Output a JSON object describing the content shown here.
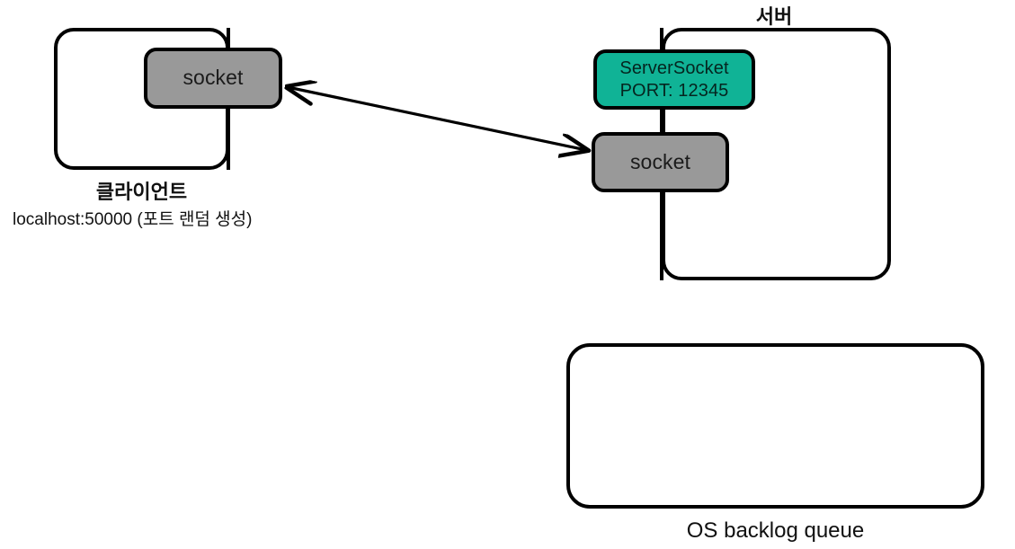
{
  "diagram": {
    "title": "TCP socket connection between client and server",
    "background": "#ffffff",
    "stroke_color": "#000000",
    "accent_teal": "#10b396",
    "accent_gray": "#999999"
  },
  "client": {
    "container_label": "",
    "socket_label": "socket",
    "name_label": "클라이언트",
    "address_label": "localhost:50000 (포트 랜덤 생성)"
  },
  "server": {
    "name_label": "서버",
    "server_socket_label": "ServerSocket\nPORT: 12345",
    "server_socket_name": "ServerSocket",
    "server_socket_port": "PORT: 12345",
    "socket_label": "socket"
  },
  "backlog": {
    "label": "OS backlog queue",
    "contents": ""
  },
  "connection": {
    "arrow_type": "double-headed",
    "from": "client-socket",
    "to": "server-socket"
  }
}
